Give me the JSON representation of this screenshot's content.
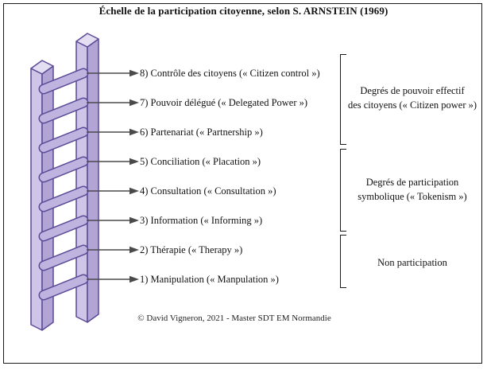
{
  "title": "Échelle de la participation citoyenne, selon S. ARNSTEIN (1969)",
  "ladder": {
    "rungs": [
      {
        "label": "8) Contrôle des citoyens (« Citizen control »)"
      },
      {
        "label": "7) Pouvoir délégué (« Delegated Power »)"
      },
      {
        "label": "6) Partenariat (« Partnership »)"
      },
      {
        "label": "5) Conciliation (« Placation »)"
      },
      {
        "label": "4) Consultation (« Consultation »)"
      },
      {
        "label": "3) Information (« Informing »)"
      },
      {
        "label": "2) Thérapie (« Therapy »)"
      },
      {
        "label": "1) Manipulation (« Manpulation »)"
      }
    ]
  },
  "groups": [
    {
      "lines": [
        "Degrés de pouvoir effectif",
        "des citoyens (« Citizen power »)"
      ]
    },
    {
      "lines": [
        "Degrés de participation",
        "symbolique (« Tokenism »)"
      ]
    },
    {
      "lines": [
        "Non participation"
      ]
    }
  ],
  "footer": "© David Vigneron, 2021 - Master SDT EM Normandie",
  "colors": {
    "ladder_face_light": "#cec5e8",
    "ladder_face_dark": "#b2a5d6",
    "ladder_top": "#e4def2",
    "ladder_outline": "#5b4a96",
    "rung_fill": "#bfb3e0",
    "arrow_color": "#4a4a4a",
    "line_color": "#1a1a1a"
  }
}
